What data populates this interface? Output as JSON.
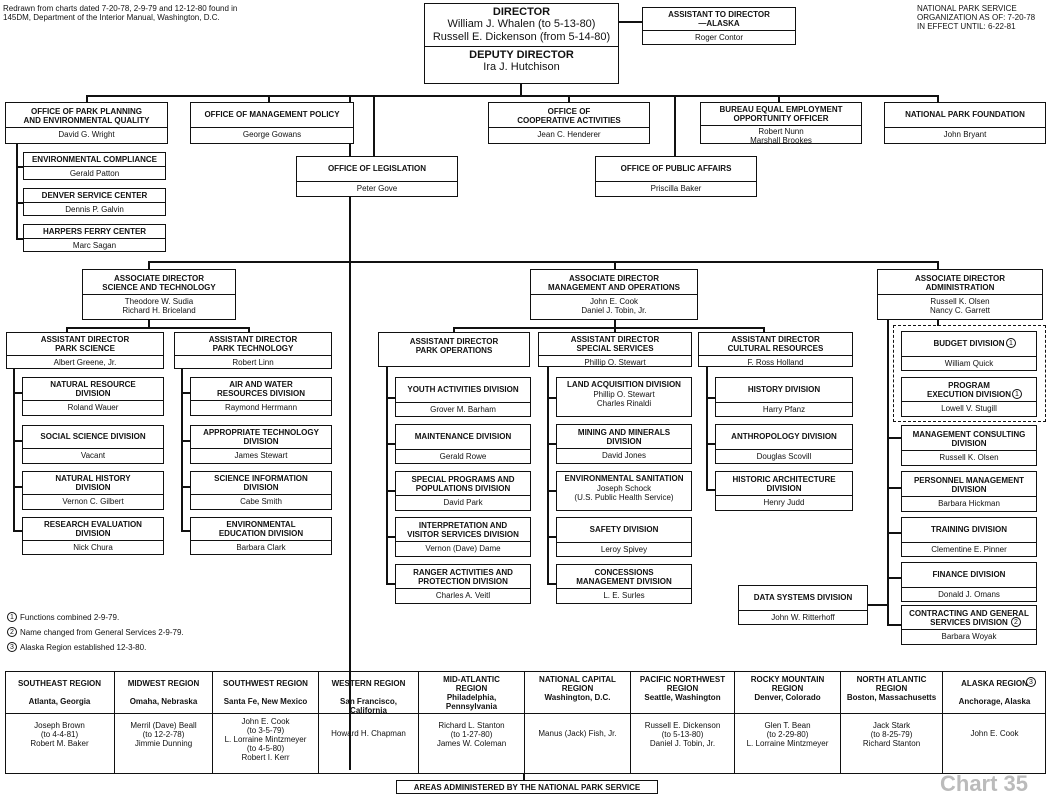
{
  "header": {
    "source_note": "Redrawn from charts dated 7-20-78, 2-9-79 and 12-12-80 found in\n145DM, Department of the Interior Manual, Washington, D.C.",
    "org_title": "NATIONAL PARK SERVICE\nORGANIZATION AS OF:  7-20-78\nIN EFFECT UNTIL:  6-22-81",
    "chart_label": "Chart 35"
  },
  "director": {
    "title": "DIRECTOR",
    "names": "William J. Whalen (to 5-13-80)\nRussell E. Dickenson (from 5-14-80)"
  },
  "deputy": {
    "title": "DEPUTY DIRECTOR",
    "names": "Ira J. Hutchison"
  },
  "asst_alaska": {
    "title": "ASSISTANT TO DIRECTOR\n—ALASKA",
    "names": "Roger Contor"
  },
  "offices": {
    "park_planning": {
      "title": "OFFICE OF PARK PLANNING\nAND ENVIRONMENTAL QUALITY",
      "names": "David G. Wright"
    },
    "env_compliance": {
      "title": "ENVIRONMENTAL COMPLIANCE",
      "names": "Gerald Patton"
    },
    "denver": {
      "title": "DENVER SERVICE CENTER",
      "names": "Dennis P. Galvin"
    },
    "harpers": {
      "title": "HARPERS FERRY CENTER",
      "names": "Marc Sagan"
    },
    "mgmt_policy": {
      "title": "OFFICE OF MANAGEMENT POLICY",
      "names": "George Gowans"
    },
    "legislation": {
      "title": "OFFICE OF LEGISLATION",
      "names": "Peter Gove"
    },
    "cooperative": {
      "title": "OFFICE OF\nCOOPERATIVE ACTIVITIES",
      "names": "Jean C. Henderer"
    },
    "public_affairs": {
      "title": "OFFICE OF PUBLIC AFFAIRS",
      "names": "Priscilla Baker"
    },
    "equal_emp": {
      "title": "BUREAU EQUAL EMPLOYMENT\nOPPORTUNITY OFFICER",
      "names": "Robert Nunn\nMarshall Brookes"
    },
    "foundation": {
      "title": "NATIONAL PARK FOUNDATION",
      "names": "John Bryant"
    }
  },
  "assoc": {
    "science": {
      "title": "ASSOCIATE DIRECTOR\nSCIENCE AND TECHNOLOGY",
      "names": "Theodore W. Sudia\nRichard H. Briceland"
    },
    "operations": {
      "title": "ASSOCIATE DIRECTOR\nMANAGEMENT AND OPERATIONS",
      "names": "John E. Cook\nDaniel J. Tobin, Jr."
    },
    "admin": {
      "title": "ASSOCIATE DIRECTOR\nADMINISTRATION",
      "names": "Russell K. Olsen\nNancy C. Garrett"
    }
  },
  "asst": {
    "park_science": {
      "title": "ASSISTANT DIRECTOR\nPARK SCIENCE",
      "names": "Albert Greene, Jr."
    },
    "park_tech": {
      "title": "ASSISTANT DIRECTOR\nPARK TECHNOLOGY",
      "names": "Robert Linn"
    },
    "park_ops": {
      "title": "ASSISTANT DIRECTOR\nPARK OPERATIONS",
      "names": ""
    },
    "special": {
      "title": "ASSISTANT DIRECTOR\nSPECIAL SERVICES",
      "names": "Phillip O. Stewart"
    },
    "cultural": {
      "title": "ASSISTANT DIRECTOR\nCULTURAL RESOURCES",
      "names": "F. Ross Holland"
    }
  },
  "divisions": {
    "nat_resource": {
      "title": "NATURAL RESOURCE\nDIVISION",
      "names": "Roland Wauer"
    },
    "social_sci": {
      "title": "SOCIAL SCIENCE DIVISION",
      "names": "Vacant"
    },
    "nat_history": {
      "title": "NATURAL HISTORY\nDIVISION",
      "names": "Vernon C. Gilbert"
    },
    "research_eval": {
      "title": "RESEARCH EVALUATION\nDIVISION",
      "names": "Nick Chura"
    },
    "air_water": {
      "title": "AIR AND WATER\nRESOURCES DIVISION",
      "names": "Raymond Herrmann"
    },
    "approp_tech": {
      "title": "APPROPRIATE TECHNOLOGY\nDIVISION",
      "names": "James Stewart"
    },
    "sci_info": {
      "title": "SCIENCE INFORMATION\nDIVISION",
      "names": "Cabe Smith"
    },
    "env_edu": {
      "title": "ENVIRONMENTAL\nEDUCATION DIVISION",
      "names": "Barbara Clark"
    },
    "youth": {
      "title": "YOUTH ACTIVITIES DIVISION",
      "names": "Grover M. Barham"
    },
    "maintenance": {
      "title": "MAINTENANCE DIVISION",
      "names": "Gerald Rowe"
    },
    "special_programs": {
      "title": "SPECIAL PROGRAMS AND\nPOPULATIONS DIVISION",
      "names": "David Park"
    },
    "interpretation": {
      "title": "INTERPRETATION AND\nVISITOR SERVICES DIVISION",
      "names": "Vernon (Dave) Dame"
    },
    "ranger": {
      "title": "RANGER ACTIVITIES AND\nPROTECTION DIVISION",
      "names": "Charles A. Veitl"
    },
    "land_acq": {
      "title": "LAND ACQUISITION DIVISION",
      "names": "Phillip O. Stewart\nCharles Rinaldi"
    },
    "mining": {
      "title": "MINING AND MINERALS\nDIVISION",
      "names": "David Jones"
    },
    "env_sanitation": {
      "title": "ENVIRONMENTAL SANITATION",
      "names": "Joseph Schock\n(U.S. Public Health Service)"
    },
    "safety": {
      "title": "SAFETY DIVISION",
      "names": "Leroy Spivey"
    },
    "concessions": {
      "title": "CONCESSIONS\nMANAGEMENT DIVISION",
      "names": "L. E. Surles"
    },
    "history": {
      "title": "HISTORY DIVISION",
      "names": "Harry Pfanz"
    },
    "anthropology": {
      "title": "ANTHROPOLOGY DIVISION",
      "names": "Douglas Scovill"
    },
    "hist_arch": {
      "title": "HISTORIC ARCHITECTURE\nDIVISION",
      "names": "Henry Judd"
    },
    "budget": {
      "title": "BUDGET DIVISION",
      "names": "William Quick",
      "note": "1"
    },
    "program_exec": {
      "title": "PROGRAM\nEXECUTION DIVISION",
      "names": "Lowell V. Stugill",
      "note": "1"
    },
    "mgmt_consult": {
      "title": "MANAGEMENT CONSULTING\nDIVISION",
      "names": "Russell K. Olsen"
    },
    "personnel": {
      "title": "PERSONNEL MANAGEMENT\nDIVISION",
      "names": "Barbara Hickman"
    },
    "training": {
      "title": "TRAINING DIVISION",
      "names": "Clementine E. Pinner"
    },
    "finance": {
      "title": "FINANCE DIVISION",
      "names": "Donald J. Omans"
    },
    "contracting": {
      "title": "CONTRACTING AND GENERAL\nSERVICES DIVISION",
      "names": "Barbara Woyak",
      "note": "2"
    },
    "data_systems": {
      "title": "DATA SYSTEMS DIVISION",
      "names": "John W. Ritterhoff"
    }
  },
  "footnotes": [
    {
      "num": "1",
      "text": "Functions combined 2-9-79."
    },
    {
      "num": "2",
      "text": "Name changed from General Services 2-9-79."
    },
    {
      "num": "3",
      "text": "Alaska Region established 12-3-80."
    }
  ],
  "regions": [
    {
      "name": "SOUTHEAST REGION\n\nAtlanta, Georgia",
      "names": "Joseph Brown\n(to 4-4-81)\nRobert M. Baker"
    },
    {
      "name": "MIDWEST REGION\n\nOmaha, Nebraska",
      "names": "Merril (Dave) Beall\n(to 12-2-78)\nJimmie Dunning"
    },
    {
      "name": "SOUTHWEST REGION\n\nSanta Fe, New Mexico",
      "names": "John E. Cook\n(to 3-5-79)\nL. Lorraine Mintzmeyer\n(to 4-5-80)\nRobert I. Kerr"
    },
    {
      "name": "WESTERN REGION\n\nSan Francisco,\nCalifornia",
      "names": "Howard H. Chapman"
    },
    {
      "name": "MID-ATLANTIC\nREGION\nPhiladelphia,\nPennsylvania",
      "names": "Richard L. Stanton\n(to 1-27-80)\nJames W. Coleman"
    },
    {
      "name": "NATIONAL CAPITAL\nREGION\nWashington, D.C.",
      "names": "Manus (Jack) Fish, Jr."
    },
    {
      "name": "PACIFIC NORTHWEST\nREGION\nSeattle, Washington",
      "names": "Russell E. Dickenson\n(to 5-13-80)\nDaniel J. Tobin, Jr."
    },
    {
      "name": "ROCKY MOUNTAIN\nREGION\nDenver, Colorado",
      "names": "Glen T. Bean\n(to 2-29-80)\nL. Lorraine Mintzmeyer"
    },
    {
      "name": "NORTH ATLANTIC\nREGION\nBoston, Massachusetts",
      "names": "Jack Stark\n(to 8-25-79)\nRichard Stanton"
    },
    {
      "name": "ALASKA REGION\n\nAnchorage, Alaska",
      "names": "John E. Cook",
      "note": "3"
    }
  ],
  "areas_label": "AREAS ADMINISTERED BY THE NATIONAL PARK SERVICE"
}
